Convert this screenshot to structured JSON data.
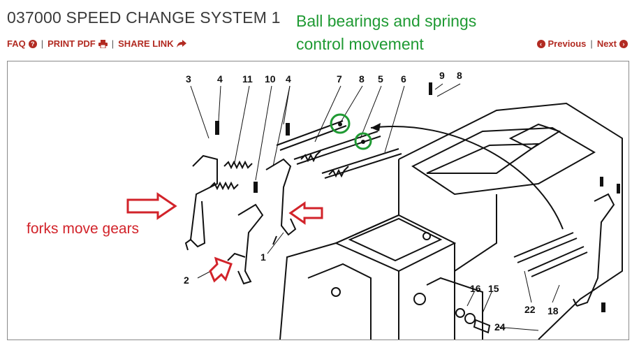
{
  "header": {
    "title": "037000 SPEED CHANGE SYSTEM 1"
  },
  "annotations": {
    "green_note_line1": "Ball bearings and springs",
    "green_note_line2": "control movement",
    "red_note": "forks move  gears"
  },
  "toolbar": {
    "faq_label": "FAQ",
    "print_label": "PRINT PDF",
    "share_label": "SHARE LINK",
    "separator": "|"
  },
  "nav": {
    "previous_label": "Previous",
    "next_label": "Next",
    "separator": "|"
  },
  "diagram": {
    "part_labels": [
      "3",
      "4",
      "11",
      "10",
      "4",
      "7",
      "8",
      "5",
      "6",
      "9",
      "8",
      "2",
      "1",
      "16",
      "15",
      "24",
      "22",
      "18"
    ]
  },
  "colors": {
    "accent_red": "#b22b22",
    "note_green": "#1f9a33",
    "note_red": "#d2232a",
    "title_gray": "#3a3a3a"
  }
}
